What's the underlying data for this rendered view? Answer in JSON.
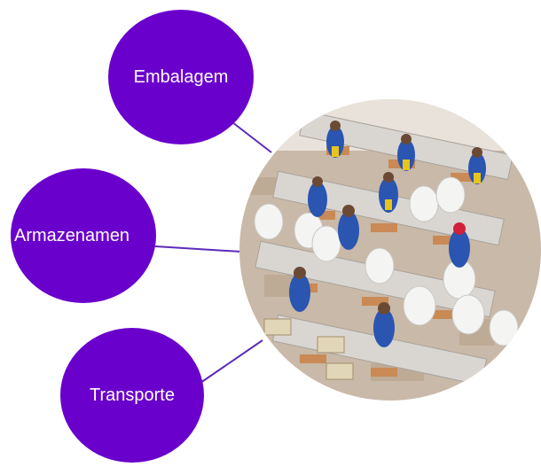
{
  "diagram": {
    "accent_color": "#6a00cc",
    "line_color": "#5b2bb8",
    "nodes": [
      {
        "id": "embalagem",
        "label": "Embalagem"
      },
      {
        "id": "armazenamento",
        "label": "Armazenamen"
      },
      {
        "id": "transporte",
        "label": "Transporte"
      }
    ],
    "center": {
      "image_subject": "factory-workers-photo"
    }
  }
}
